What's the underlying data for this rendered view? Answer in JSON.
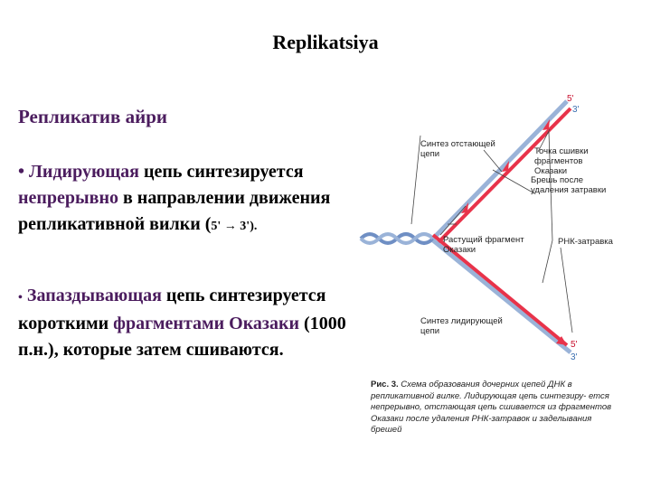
{
  "slide": {
    "title": "Replikatsiya",
    "subtitle": "Репликатив айри",
    "para1": {
      "bullet": "•",
      "t1": "Лидирующая",
      "t2": " цепь синтезируется ",
      "t3": "непрерывно",
      "t4": " в направлении движения репликативной вилки (",
      "t5": "5' → 3'",
      "t6": ")."
    },
    "para2": {
      "bullet": "•",
      "t1": "Запаздывающая",
      "t2": " цепь синтезируется короткими ",
      "t3": "фрагментами Оказаки",
      "t4": " (1000 п.н.), которые затем сшиваются."
    }
  },
  "diagram": {
    "labels": {
      "lagging_synthesis": "Синтез отстающей\nцепи",
      "ligation_point": "Точка сшивки\nфрагментов\nОказаки",
      "gap": "Брешь после\nудаления затравки",
      "growing_fragment": "Растущий фрагмент\nОказаки",
      "rna_primer": "РНК-затравка",
      "leading_synthesis": "Синтез лидирующей\nцепи"
    },
    "ends": {
      "top5": "5'",
      "top3": "3'",
      "bottom5": "5'",
      "bottom3": "3'"
    },
    "colors": {
      "parent_strand": "#9ab3d8",
      "new_strand": "#e8334a",
      "duplex": "#6f8fc4"
    },
    "caption": {
      "label": "Рис. 3.",
      "text": " Схема образования дочерних цепей ДНК в репликативной вилке. Лидирующая цепь синтезиру- ется непрерывно, отстающая цепь сшивается из фрагментов Оказаки после удаления РНК-затравок и заделывания брешей"
    }
  }
}
